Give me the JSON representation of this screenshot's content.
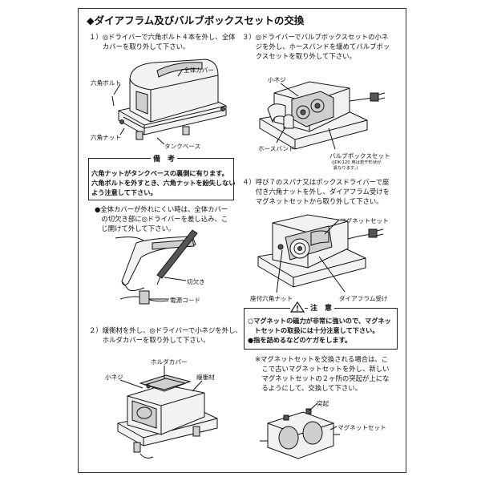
{
  "title": "◆ダイアフラム及びバルブボックスセットの交換",
  "step1": {
    "text": "１）◎ドライバーで六角ボルト４本を外し、全体\n　　カバーを取り外して下さい。",
    "label_cover": "全体カバー",
    "label_bolt": "六角ボルト",
    "label_nut": "六角ナット",
    "label_base": "タンクベース"
  },
  "note1": {
    "heading": "備　考",
    "text": "六角ナットがタンクベースの裏側に有ります。\n六角ボルトを外すとき、六角ナットを紛失しない\nよう注意して下さい。"
  },
  "bullet1": {
    "text": "●全体カバーが外れにくい時は、全体カバー\n　の切欠き部に◎ドライバーを差し込み、こ\n　じ開けて外して下さい。",
    "label_notch": "切欠き",
    "label_cord": "電源コード"
  },
  "step2": {
    "text": "２）緩衝材を外し、◎ドライバーで小ネジを外し、\n　　ホルダカバーを取り外して下さい。",
    "label_holder": "ホルダカバー",
    "label_screw": "小ネジ",
    "label_cushion": "緩衝材"
  },
  "step3": {
    "text": "３）◎ドライバーでバルブボックスセットの小ネ\n　　ジを外し、ホースバンドを緩めてバルブボッ\n　　クスセットを取り外して下さい。",
    "label_screw": "小ネジ",
    "label_hoseband": "ホースバンド",
    "label_valvebox": "バルブボックスセット",
    "label_note": "(JDK-120 用は若干形状が\n 異なります。)"
  },
  "step4": {
    "text": "４）呼び７のスパナ又はボックスドライバーで座\n　　付き六角ナットを外し、ダイアフラム受けを\n　　マグネットセットから取り外して下さい。",
    "label_magnet": "マグネットセット",
    "label_nut": "座付六角ナット",
    "label_diaphragm": "ダイアフラム受け"
  },
  "caution": {
    "heading": "注　意",
    "text": "○マグネットの磁力が非常に強いので、マグネッ\n　トセットの取扱には十分注意して下さい。\n●指を詰めるなどのケガをします。"
  },
  "replace_note": {
    "text": "※マグネットセットを交換される場合は、こ\n　こで古いマグネットセットを外し、新しい\n　マグネットセットの２ヶ所の突起が上にな\n　るようにして、交換して下さい。",
    "label_protrusion": "突起",
    "label_magnet": "マグネットセット"
  }
}
